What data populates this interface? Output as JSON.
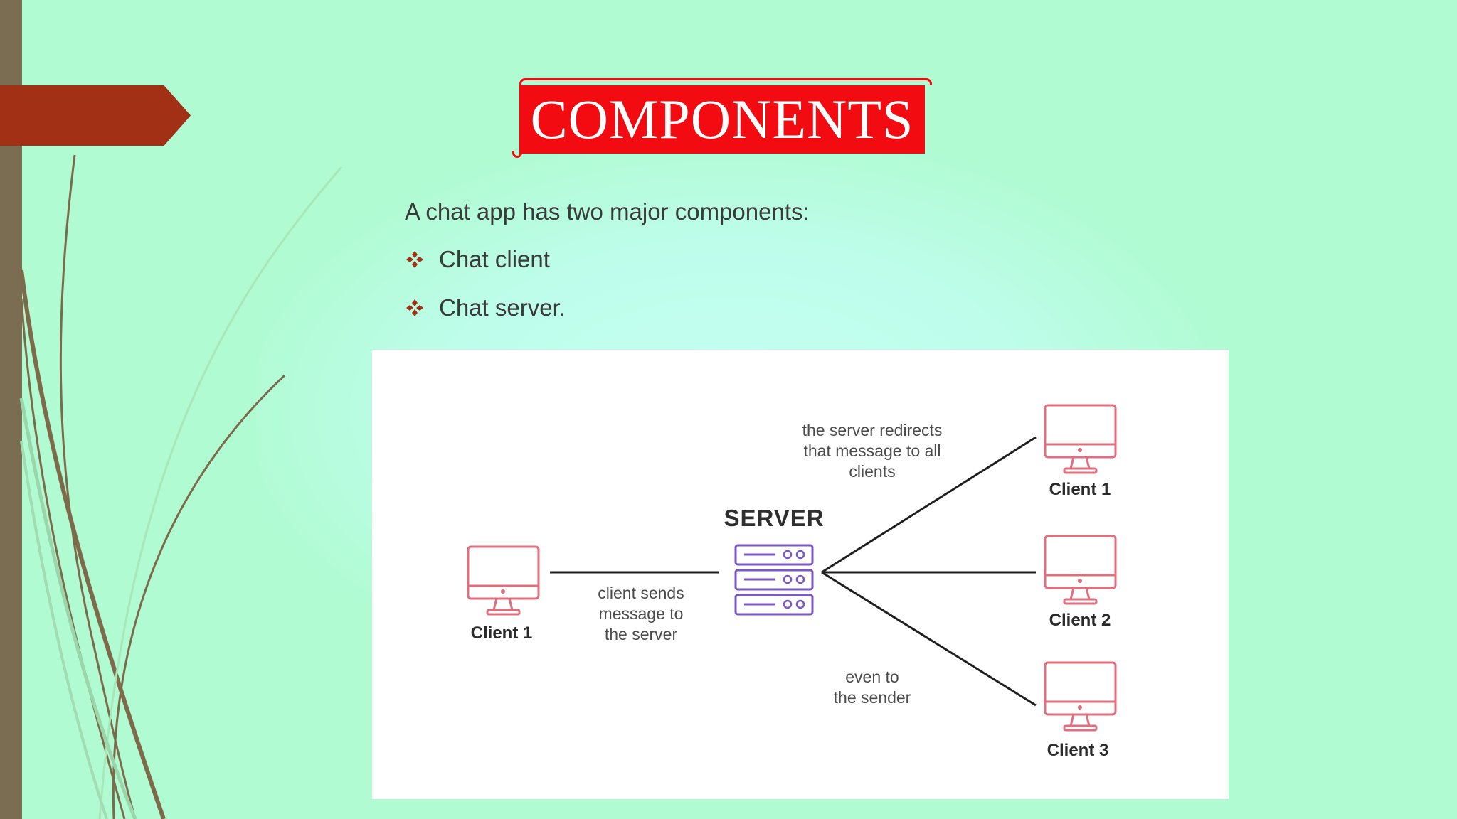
{
  "slide": {
    "title": "COMPONENTS",
    "intro": "A chat app has two major components:",
    "bullets": [
      "Chat client",
      "Chat server."
    ],
    "bullet_icon": "four-diamond-icon",
    "colors": {
      "background": "#b0fbd2",
      "title_fill": "#f20c12",
      "arrow_tab": "#a23015",
      "left_strip": "#7a6d52",
      "bullet_mark": "#a23015"
    }
  },
  "diagram": {
    "server_label": "SERVER",
    "sender_label": "Client 1",
    "receivers": [
      "Client 1",
      "Client 2",
      "Client 3"
    ],
    "caption_send": "client sends\nmessage to\nthe server",
    "caption_redirect": "the server redirects\nthat message to all\nclients",
    "caption_sender": "even to\nthe sender",
    "colors": {
      "client": "#e26d7c",
      "server": "#7b58c4",
      "line": "#1f1f1f"
    }
  }
}
